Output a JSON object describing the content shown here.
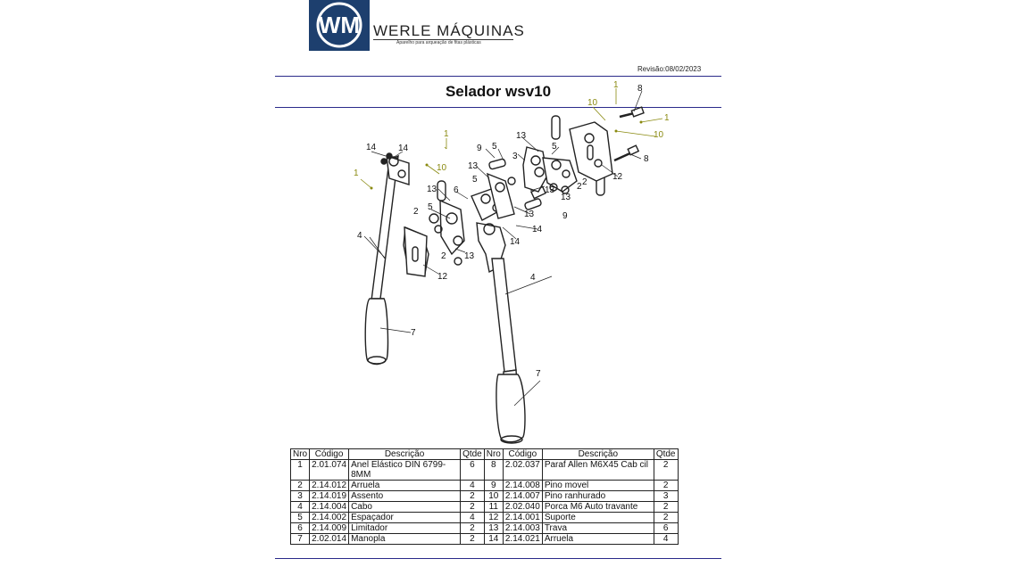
{
  "header": {
    "logo_letters": "WM",
    "company": "WERLE  MÁQUINAS",
    "tagline": "Aparelho para arqueação de fitas plásticas",
    "revision": "Revisão:08/02/2023"
  },
  "title": "Selador wsv10",
  "callouts": [
    "14",
    "14",
    "1",
    "10",
    "1",
    "4",
    "2",
    "5",
    "13",
    "6",
    "13",
    "3",
    "13",
    "9",
    "5",
    "13",
    "5",
    "1",
    "10",
    "8",
    "1",
    "10",
    "8",
    "12",
    "2",
    "13",
    "13",
    "2",
    "9",
    "12",
    "2",
    "13",
    "14",
    "14",
    "4",
    "7",
    "7",
    "12",
    "13"
  ],
  "table": {
    "headers": [
      "Nro",
      "Código",
      "Descrição",
      "Qtde",
      "Nro",
      "Código",
      "Descrição",
      "Qtde"
    ],
    "rows": [
      [
        "1",
        "2.01.074",
        "Anel Elástico DIN  6799-8MM",
        "6",
        "8",
        "2.02.037",
        "Paraf Allen M6X45 Cab cil",
        "2"
      ],
      [
        "2",
        "2.14.012",
        "Arruela",
        "4",
        "9",
        "2.14.008",
        "Pino movel",
        "2"
      ],
      [
        "3",
        "2.14.019",
        "Assento",
        "2",
        "10",
        "2.14.007",
        "Pino ranhurado",
        "3"
      ],
      [
        "4",
        "2.14.004",
        "Cabo",
        "2",
        "11",
        "2.02.040",
        "Porca M6 Auto travante",
        "2"
      ],
      [
        "5",
        "2.14.002",
        "Espaçador",
        "4",
        "12",
        "2.14.001",
        "Suporte",
        "2"
      ],
      [
        "6",
        "2.14.009",
        "Limitador",
        "2",
        "13",
        "2.14.003",
        "Trava",
        "6"
      ],
      [
        "7",
        "2.02.014",
        "Manopla",
        "2",
        "14",
        "2.14.021",
        "Arruela",
        "4"
      ]
    ]
  }
}
